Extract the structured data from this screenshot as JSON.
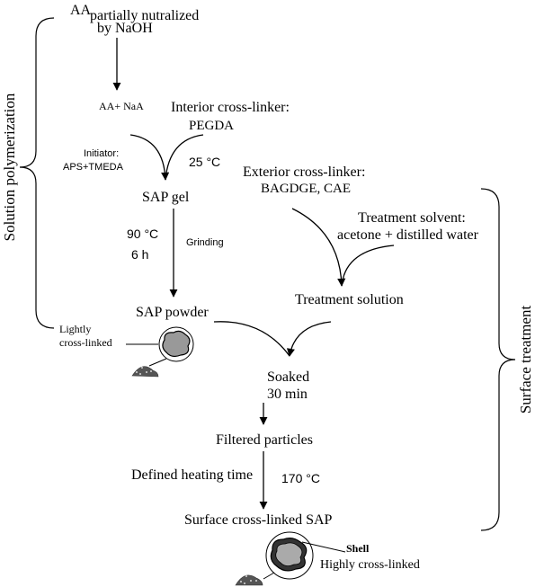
{
  "start": {
    "aa": "AA",
    "partially_nutralized": "partially nutralized",
    "by_naoh": "by NaOH"
  },
  "aa_naa": "AA+ NaA",
  "interior_crosslinker": {
    "label": "Interior cross-linker:",
    "name": "PEGDA"
  },
  "initiator": {
    "label": "Initiator:",
    "name": "APS+TMEDA"
  },
  "temp_25": "25 °C",
  "sap_gel": "SAP gel",
  "exterior_crosslinker": {
    "label": "Exterior cross-linker:",
    "name": "BAGDGE, CAE"
  },
  "treatment_solvent": {
    "label": "Treatment solvent:",
    "name": "acetone + distilled water"
  },
  "temp_90": "90 °C",
  "time_6h": "6 h",
  "grinding": "Grinding",
  "sap_powder": "SAP powder",
  "treatment_solution": "Treatment solution",
  "lightly_crosslinked": {
    "line1": "Lightly",
    "line2": "cross-linked"
  },
  "soaked": {
    "line1": "Soaked",
    "line2": "30 min"
  },
  "filtered_particles": "Filtered particles",
  "defined_heating_time": "Defined heating time",
  "temp_170": "170 °C",
  "surface_crosslinked_sap": "Surface cross-linked SAP",
  "shell": "Shell",
  "highly_crosslinked": "Highly cross-linked",
  "brace_labels": {
    "solution_polymerization": "Solution polymerization",
    "surface_treatment": "Surface treatment"
  }
}
